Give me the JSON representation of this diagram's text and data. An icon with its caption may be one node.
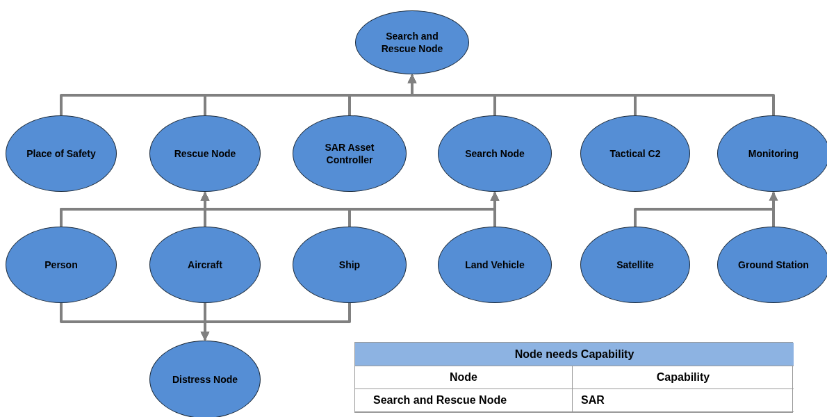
{
  "diagram": {
    "nodes": [
      {
        "text": [
          "Search and Rescue Node"
        ]
      },
      {
        "text": [
          "Place of Safety"
        ]
      },
      {
        "text": [
          "Rescue Node"
        ]
      },
      {
        "text": [
          "SAR Asset Controller"
        ]
      },
      {
        "text": [
          "Search Node"
        ]
      },
      {
        "text": [
          "Tactical C2"
        ]
      },
      {
        "text": [
          "Monitoring"
        ]
      },
      {
        "text": [
          "Person"
        ]
      },
      {
        "text": [
          "Aircraft"
        ]
      },
      {
        "text": [
          "Ship"
        ]
      },
      {
        "text": [
          "Land Vehicle"
        ]
      },
      {
        "text": [
          "Satellite"
        ]
      },
      {
        "text": [
          "Ground Station"
        ]
      },
      {
        "text": [
          "Distress Node"
        ]
      }
    ],
    "edges": [
      {
        "from": 1,
        "to": 0,
        "arrow": "to"
      },
      {
        "from": 2,
        "to": 0,
        "arrow": "to"
      },
      {
        "from": 3,
        "to": 0,
        "arrow": "to"
      },
      {
        "from": 4,
        "to": 0,
        "arrow": "to"
      },
      {
        "from": 5,
        "to": 0,
        "arrow": "to"
      },
      {
        "from": 6,
        "to": 0,
        "arrow": "to"
      },
      {
        "from": 7,
        "to": 2,
        "arrow": "to"
      },
      {
        "from": 8,
        "to": 2,
        "arrow": "to"
      },
      {
        "from": 9,
        "to": 2,
        "arrow": "to"
      },
      {
        "from": 10,
        "to": 2,
        "arrow": "to"
      },
      {
        "from": 7,
        "to": 4,
        "arrow": "to"
      },
      {
        "from": 8,
        "to": 4,
        "arrow": "to"
      },
      {
        "from": 9,
        "to": 4,
        "arrow": "to"
      },
      {
        "from": 10,
        "to": 4,
        "arrow": "to"
      },
      {
        "from": 11,
        "to": 6,
        "arrow": "to"
      },
      {
        "from": 12,
        "to": 6,
        "arrow": "to"
      },
      {
        "from": 7,
        "to": 13,
        "arrow": "to"
      },
      {
        "from": 8,
        "to": 13,
        "arrow": "to"
      },
      {
        "from": 9,
        "to": 13,
        "arrow": "to"
      }
    ],
    "labels": [
      "Node needs Capability",
      "Node",
      "Capability",
      "Search and Rescue Node",
      "SAR"
    ]
  }
}
